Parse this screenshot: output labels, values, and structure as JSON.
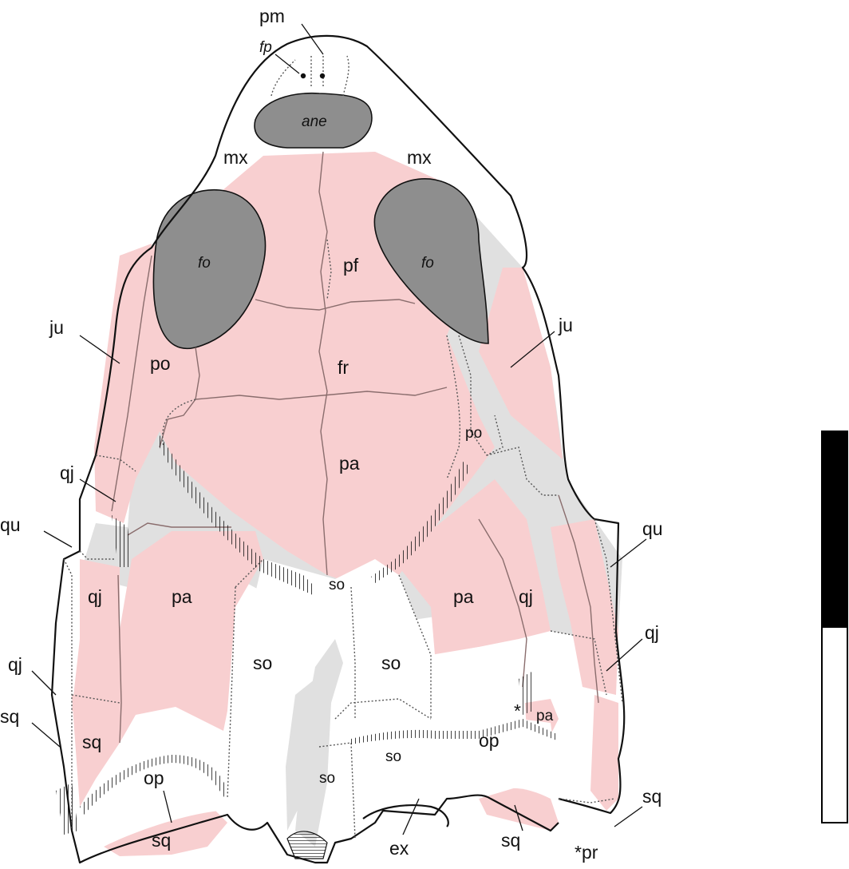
{
  "labels": {
    "pm": "pm",
    "fp": "fp",
    "ane": "ane",
    "mx_left": "mx",
    "mx_right": "mx",
    "fo_left": "fo",
    "fo_right": "fo",
    "pf": "pf",
    "fr": "fr",
    "ju_left": "ju",
    "ju_right": "ju",
    "po_left": "po",
    "po_right": "po",
    "pa_center": "pa",
    "pa_left": "pa",
    "pa_right": "pa",
    "pa_small": "pa",
    "qj_left_upper": "qj",
    "qj_left_mid": "qj",
    "qj_left_outer": "qj",
    "qj_right_inner": "qj",
    "qj_right_outer": "qj",
    "qu_left": "qu",
    "qu_right": "qu",
    "so_center": "so",
    "so_left": "so",
    "so_right": "so",
    "so_lower": "so",
    "so_bottom": "so",
    "sq_left_inner": "sq",
    "sq_left_outer": "sq",
    "sq_left_bottom": "sq",
    "sq_right_inner": "sq",
    "sq_right_outer": "sq",
    "op_left": "op",
    "op_right": "op",
    "ex": "ex",
    "asterisk": "*",
    "pr": "*pr"
  },
  "scale_bar": {
    "segments": [
      "filled",
      "open"
    ]
  },
  "colors": {
    "bone_pink": "#f8cfd0",
    "fenestra_dark": "#8e8e8e",
    "bone_grey": "#e0e0e0",
    "outline": "#111111"
  }
}
